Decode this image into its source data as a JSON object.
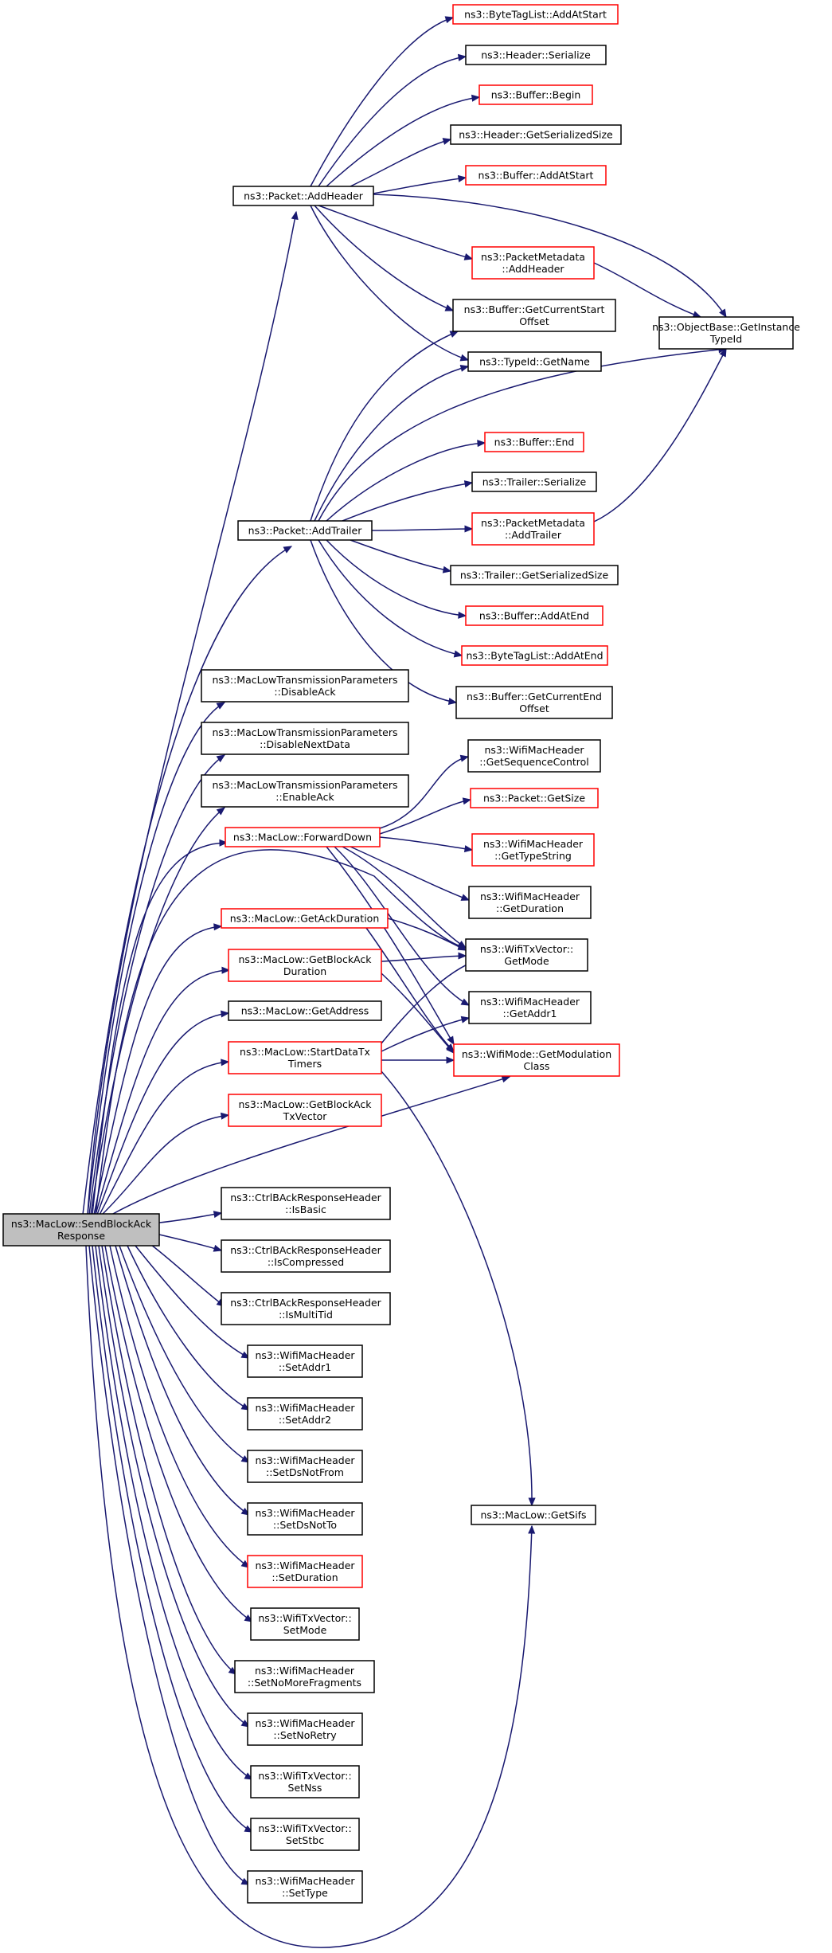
{
  "colors": {
    "edge": "#191970",
    "link_border": "#ff0000",
    "plain_border": "#000000",
    "root_fill": "#bfbfbf"
  },
  "nodes": [
    {
      "id": "n0",
      "lines": [
        "ns3::MacLow::SendBlockAck",
        "Response"
      ],
      "style": "root"
    },
    {
      "id": "n1",
      "lines": [
        "ns3::Packet::AddHeader"
      ],
      "style": "plain"
    },
    {
      "id": "n2",
      "lines": [
        "ns3::ByteTagList::AddAtStart"
      ],
      "style": "red"
    },
    {
      "id": "n3",
      "lines": [
        "ns3::Header::Serialize"
      ],
      "style": "plain"
    },
    {
      "id": "n4",
      "lines": [
        "ns3::Buffer::Begin"
      ],
      "style": "red"
    },
    {
      "id": "n5",
      "lines": [
        "ns3::Header::GetSerializedSize"
      ],
      "style": "plain"
    },
    {
      "id": "n6",
      "lines": [
        "ns3::Buffer::AddAtStart"
      ],
      "style": "red"
    },
    {
      "id": "n7",
      "lines": [
        "ns3::PacketMetadata",
        "::AddHeader"
      ],
      "style": "red"
    },
    {
      "id": "n8",
      "lines": [
        "ns3::Buffer::GetCurrentStart",
        "Offset"
      ],
      "style": "plain"
    },
    {
      "id": "n9",
      "lines": [
        "ns3::TypeId::GetName"
      ],
      "style": "plain"
    },
    {
      "id": "n10",
      "lines": [
        "ns3::ObjectBase::GetInstance",
        "TypeId"
      ],
      "style": "plain"
    },
    {
      "id": "n11",
      "lines": [
        "ns3::Packet::AddTrailer"
      ],
      "style": "plain"
    },
    {
      "id": "n12",
      "lines": [
        "ns3::Buffer::End"
      ],
      "style": "red"
    },
    {
      "id": "n13",
      "lines": [
        "ns3::Trailer::Serialize"
      ],
      "style": "plain"
    },
    {
      "id": "n14",
      "lines": [
        "ns3::PacketMetadata",
        "::AddTrailer"
      ],
      "style": "red"
    },
    {
      "id": "n15",
      "lines": [
        "ns3::Trailer::GetSerializedSize"
      ],
      "style": "plain"
    },
    {
      "id": "n16",
      "lines": [
        "ns3::Buffer::AddAtEnd"
      ],
      "style": "red"
    },
    {
      "id": "n17",
      "lines": [
        "ns3::ByteTagList::AddAtEnd"
      ],
      "style": "red"
    },
    {
      "id": "n18",
      "lines": [
        "ns3::Buffer::GetCurrentEnd",
        "Offset"
      ],
      "style": "plain"
    },
    {
      "id": "n19",
      "lines": [
        "ns3::MacLowTransmissionParameters",
        "::DisableAck"
      ],
      "style": "plain"
    },
    {
      "id": "n20",
      "lines": [
        "ns3::MacLowTransmissionParameters",
        "::DisableNextData"
      ],
      "style": "plain"
    },
    {
      "id": "n21",
      "lines": [
        "ns3::MacLowTransmissionParameters",
        "::EnableAck"
      ],
      "style": "plain"
    },
    {
      "id": "n22",
      "lines": [
        "ns3::MacLow::ForwardDown"
      ],
      "style": "red"
    },
    {
      "id": "n23",
      "lines": [
        "ns3::WifiMacHeader",
        "::GetSequenceControl"
      ],
      "style": "plain"
    },
    {
      "id": "n24",
      "lines": [
        "ns3::Packet::GetSize"
      ],
      "style": "red"
    },
    {
      "id": "n25",
      "lines": [
        "ns3::WifiMacHeader",
        "::GetTypeString"
      ],
      "style": "red"
    },
    {
      "id": "n26",
      "lines": [
        "ns3::WifiMacHeader",
        "::GetDuration"
      ],
      "style": "plain"
    },
    {
      "id": "n27",
      "lines": [
        "ns3::MacLow::GetAckDuration"
      ],
      "style": "red"
    },
    {
      "id": "n28",
      "lines": [
        "ns3::WifiTxVector::",
        "GetMode"
      ],
      "style": "plain"
    },
    {
      "id": "n29",
      "lines": [
        "ns3::MacLow::GetBlockAck",
        "Duration"
      ],
      "style": "red"
    },
    {
      "id": "n30",
      "lines": [
        "ns3::WifiMacHeader",
        "::GetAddr1"
      ],
      "style": "plain"
    },
    {
      "id": "n31",
      "lines": [
        "ns3::MacLow::GetAddress"
      ],
      "style": "plain"
    },
    {
      "id": "n32",
      "lines": [
        "ns3::MacLow::StartDataTx",
        "Timers"
      ],
      "style": "red"
    },
    {
      "id": "n33",
      "lines": [
        "ns3::WifiMode::GetModulation",
        "Class"
      ],
      "style": "red"
    },
    {
      "id": "n34",
      "lines": [
        "ns3::MacLow::GetBlockAck",
        "TxVector"
      ],
      "style": "red"
    },
    {
      "id": "n35",
      "lines": [
        "ns3::CtrlBAckResponseHeader",
        "::IsBasic"
      ],
      "style": "plain"
    },
    {
      "id": "n36",
      "lines": [
        "ns3::CtrlBAckResponseHeader",
        "::IsCompressed"
      ],
      "style": "plain"
    },
    {
      "id": "n37",
      "lines": [
        "ns3::CtrlBAckResponseHeader",
        "::IsMultiTid"
      ],
      "style": "plain"
    },
    {
      "id": "n38",
      "lines": [
        "ns3::WifiMacHeader",
        "::SetAddr1"
      ],
      "style": "plain"
    },
    {
      "id": "n39",
      "lines": [
        "ns3::WifiMacHeader",
        "::SetAddr2"
      ],
      "style": "plain"
    },
    {
      "id": "n40",
      "lines": [
        "ns3::WifiMacHeader",
        "::SetDsNotFrom"
      ],
      "style": "plain"
    },
    {
      "id": "n41",
      "lines": [
        "ns3::WifiMacHeader",
        "::SetDsNotTo"
      ],
      "style": "plain"
    },
    {
      "id": "n42",
      "lines": [
        "ns3::WifiMacHeader",
        "::SetDuration"
      ],
      "style": "red"
    },
    {
      "id": "n43",
      "lines": [
        "ns3::MacLow::GetSifs"
      ],
      "style": "plain"
    },
    {
      "id": "n44",
      "lines": [
        "ns3::WifiTxVector::",
        "SetMode"
      ],
      "style": "plain"
    },
    {
      "id": "n45",
      "lines": [
        "ns3::WifiMacHeader",
        "::SetNoMoreFragments"
      ],
      "style": "plain"
    },
    {
      "id": "n46",
      "lines": [
        "ns3::WifiMacHeader",
        "::SetNoRetry"
      ],
      "style": "plain"
    },
    {
      "id": "n47",
      "lines": [
        "ns3::WifiTxVector::",
        "SetNss"
      ],
      "style": "plain"
    },
    {
      "id": "n48",
      "lines": [
        "ns3::WifiTxVector::",
        "SetStbc"
      ],
      "style": "plain"
    },
    {
      "id": "n49",
      "lines": [
        "ns3::WifiMacHeader",
        "::SetType"
      ],
      "style": "plain"
    }
  ],
  "edges": [
    [
      "n0",
      "n1"
    ],
    [
      "n0",
      "n11"
    ],
    [
      "n0",
      "n19"
    ],
    [
      "n0",
      "n20"
    ],
    [
      "n0",
      "n21"
    ],
    [
      "n0",
      "n22"
    ],
    [
      "n0",
      "n28"
    ],
    [
      "n0",
      "n27"
    ],
    [
      "n0",
      "n29"
    ],
    [
      "n0",
      "n31"
    ],
    [
      "n0",
      "n32"
    ],
    [
      "n0",
      "n34"
    ],
    [
      "n0",
      "n33"
    ],
    [
      "n0",
      "n35"
    ],
    [
      "n0",
      "n36"
    ],
    [
      "n0",
      "n37"
    ],
    [
      "n0",
      "n38"
    ],
    [
      "n0",
      "n39"
    ],
    [
      "n0",
      "n40"
    ],
    [
      "n0",
      "n41"
    ],
    [
      "n0",
      "n42"
    ],
    [
      "n0",
      "n44"
    ],
    [
      "n0",
      "n45"
    ],
    [
      "n0",
      "n46"
    ],
    [
      "n0",
      "n47"
    ],
    [
      "n0",
      "n48"
    ],
    [
      "n0",
      "n49"
    ],
    [
      "n0",
      "n43"
    ],
    [
      "n1",
      "n2"
    ],
    [
      "n1",
      "n3"
    ],
    [
      "n1",
      "n4"
    ],
    [
      "n1",
      "n5"
    ],
    [
      "n1",
      "n6"
    ],
    [
      "n1",
      "n10"
    ],
    [
      "n1",
      "n7"
    ],
    [
      "n1",
      "n8"
    ],
    [
      "n1",
      "n9"
    ],
    [
      "n7",
      "n10"
    ],
    [
      "n11",
      "n8"
    ],
    [
      "n11",
      "n9"
    ],
    [
      "n11",
      "n10"
    ],
    [
      "n11",
      "n12"
    ],
    [
      "n11",
      "n13"
    ],
    [
      "n11",
      "n14"
    ],
    [
      "n11",
      "n15"
    ],
    [
      "n11",
      "n16"
    ],
    [
      "n11",
      "n17"
    ],
    [
      "n11",
      "n18"
    ],
    [
      "n14",
      "n10"
    ],
    [
      "n22",
      "n23"
    ],
    [
      "n22",
      "n24"
    ],
    [
      "n22",
      "n25"
    ],
    [
      "n22",
      "n26"
    ],
    [
      "n22",
      "n28"
    ],
    [
      "n22",
      "n30"
    ],
    [
      "n22",
      "n33"
    ],
    [
      "n27",
      "n28"
    ],
    [
      "n27",
      "n33"
    ],
    [
      "n29",
      "n28"
    ],
    [
      "n29",
      "n33"
    ],
    [
      "n32",
      "n28"
    ],
    [
      "n32",
      "n30"
    ],
    [
      "n32",
      "n33"
    ],
    [
      "n32",
      "n43"
    ]
  ]
}
